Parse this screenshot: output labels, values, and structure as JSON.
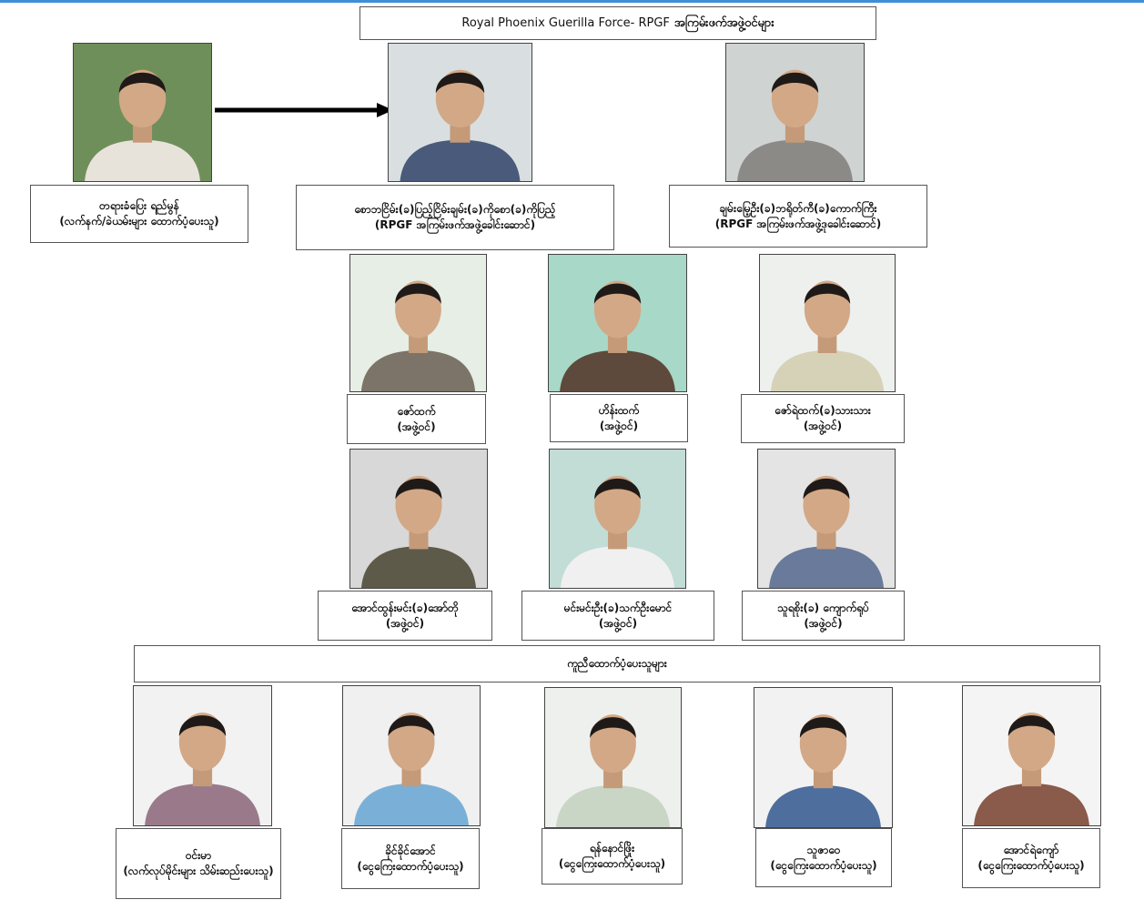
{
  "header": {
    "title_en": "Royal Phoenix Guerilla Force- RPGF",
    "title_mm": "အကြမ်းဖက်အဖွဲ့ဝင်များ"
  },
  "leader": {
    "name": "တရားခံပြေး ရည်မွန်",
    "role": "(လက်နက်/ခဲယမ်းများ ထောက်ပံ့ပေးသူ)"
  },
  "heads": [
    {
      "name": "စောဘငြိမ်း(ခ)ပြည့်ငြိမ်းချမ်း(ခ)ကိုစော(ခ)ကိုပြည့်",
      "role": "(RPGF အကြမ်းဖက်အဖွဲ့ခေါင်းဆောင်)"
    },
    {
      "name": "ချမ်းမြေ့ဦး(ခ)ဘရိုတ်ကီ(ခ)ကောက်ကြီး",
      "role": "(RPGF အကြမ်းဖက်အဖွဲ့ဒုခေါင်းဆောင်)"
    }
  ],
  "members_row1": [
    {
      "name": "ဇော်ထက်",
      "role": "(အဖွဲ့ဝင်)"
    },
    {
      "name": "ဟိန်းထက်",
      "role": "(အဖွဲ့ဝင်)"
    },
    {
      "name": "ဇော်ရဲထက်(ခ)သားသား",
      "role": "(အဖွဲ့ဝင်)"
    }
  ],
  "members_row2": [
    {
      "name": "အောင်ထွန်းမင်း(ခ)အော်တို",
      "role": "(အဖွဲ့ဝင်)"
    },
    {
      "name": "မင်းမင်းဦး(ခ)သက်ဦးမောင်",
      "role": "(အဖွဲ့ဝင်)"
    },
    {
      "name": "သူရစိုး(ခ) ကျောက်ရုပ်",
      "role": "(အဖွဲ့ဝင်)"
    }
  ],
  "supporters_header": "ကူညီထောက်ပံ့ပေးသူများ",
  "supporters": [
    {
      "name": "ဝင်းမာ",
      "role": "(လက်လုပ်မိုင်းများ သိမ်းဆည်းပေးသူ)"
    },
    {
      "name": "ခိုင်ခိုင်အောင်",
      "role": "(ငွေကြေးထောက်ပံ့ပေးသူ)"
    },
    {
      "name": "ရန်နောင်ဖြိုး",
      "role": "(ငွေကြေးထောက်ပံ့ပေးသူ)"
    },
    {
      "name": "သူဇာဝေ",
      "role": "(ငွေကြေးထောက်ပံ့ပေးသူ)"
    },
    {
      "name": "အောင်ရဲကျော်",
      "role": "(ငွေကြေးထောက်ပံ့ပေးသူ)"
    }
  ],
  "colors": {
    "accent_line": "#3d8fd6",
    "box_border": "#555555"
  }
}
